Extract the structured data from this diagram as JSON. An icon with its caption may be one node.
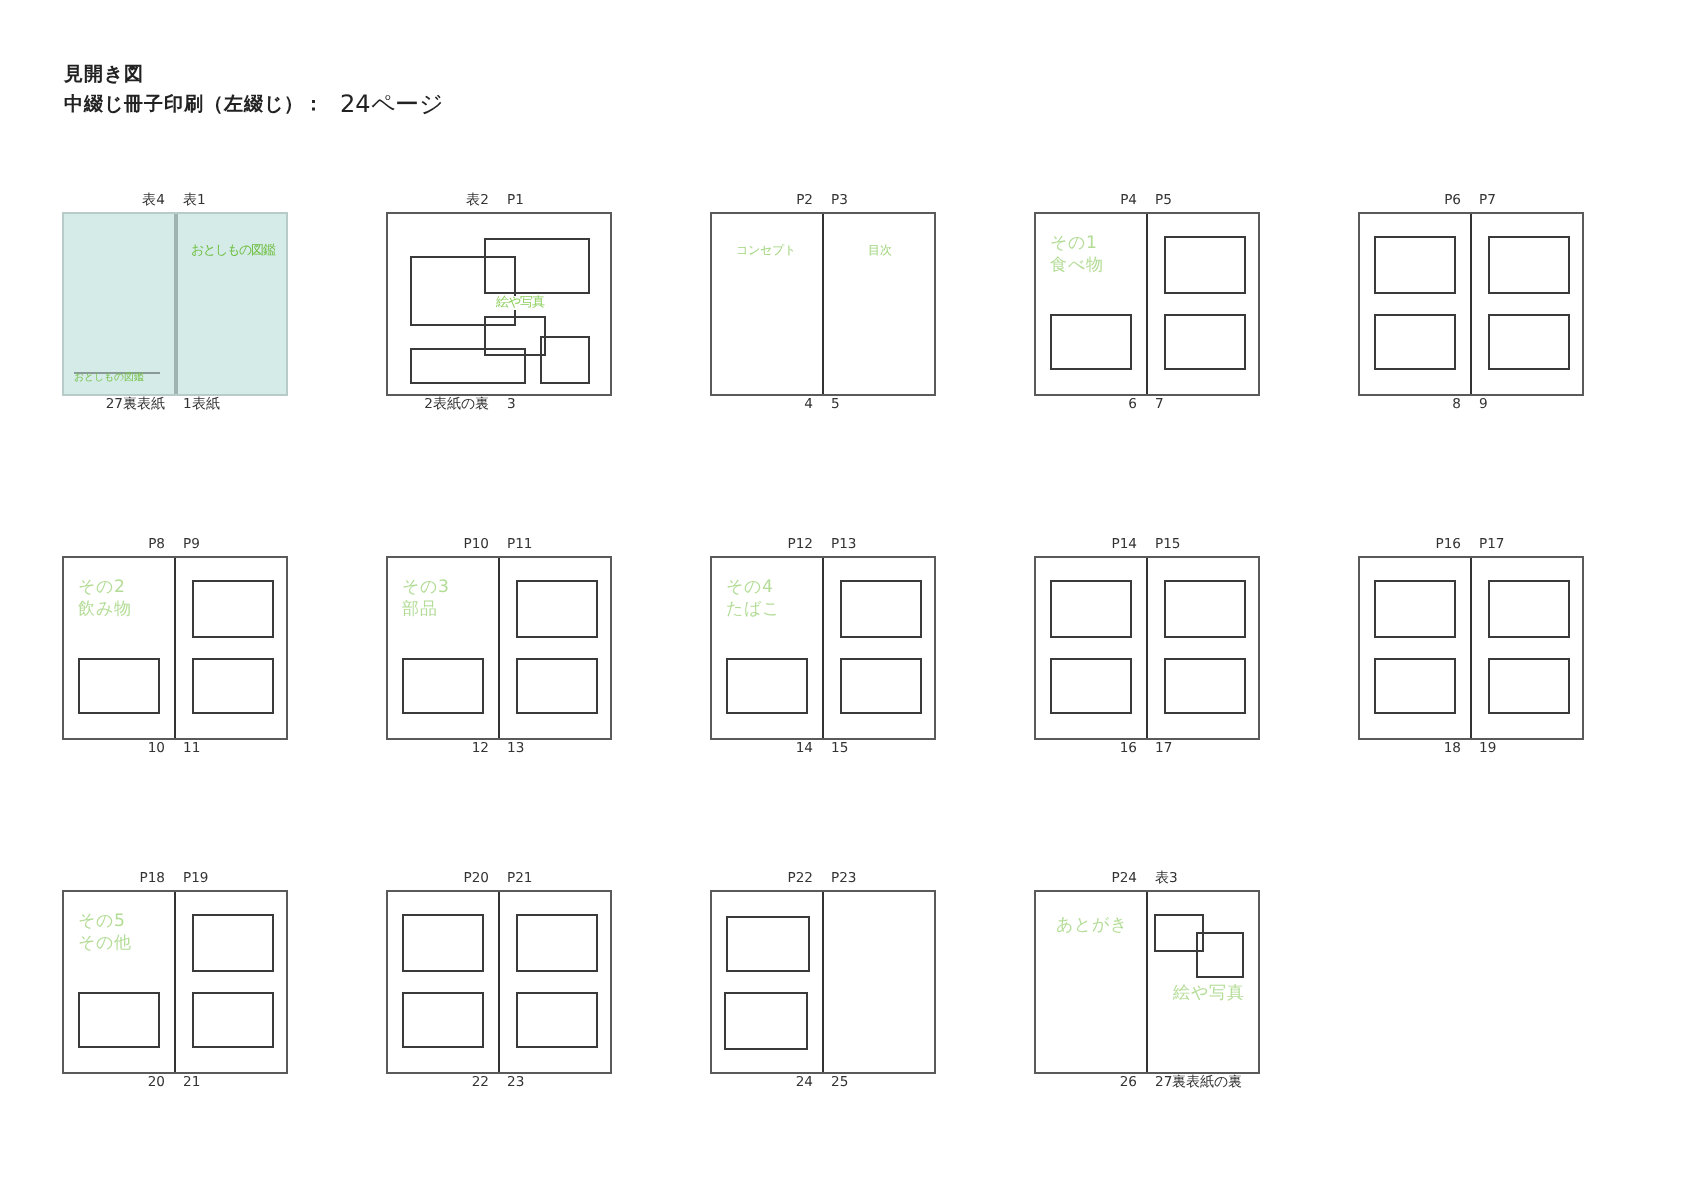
{
  "diagram": {
    "title": "見開き図",
    "nodes": [
      {
        "text": [
          "表4",
          "表1",
          "おとしもの図鑑",
          "おとしもの図鑑"
        ],
        "beside": [
          "27裏表紙",
          "1表紙"
        ]
      },
      {
        "text": [
          "表2",
          "P1",
          "絵や写真"
        ],
        "beside": [
          "2表紙の裏",
          "3"
        ]
      },
      {
        "text": [],
        "shape": "box",
        "in": 1
      },
      {
        "text": [],
        "shape": "box",
        "in": 1
      },
      {
        "text": [],
        "shape": "box",
        "in": 1
      },
      {
        "text": [],
        "shape": "box",
        "in": 1
      },
      {
        "text": [],
        "shape": "box",
        "in": 1
      },
      {
        "text": [
          "P2",
          "P3",
          "コンセプト",
          "目次"
        ],
        "beside": [
          "4",
          "5"
        ]
      },
      {
        "text": [
          "P4",
          "P5",
          "その1",
          "食べ物"
        ],
        "beside": [
          "6",
          "7"
        ]
      },
      {
        "text": [],
        "shape": "box",
        "in": 8
      },
      {
        "text": [],
        "shape": "box",
        "in": 8
      },
      {
        "text": [],
        "shape": "box",
        "in": 8
      },
      {
        "text": [
          "P6",
          "P7"
        ],
        "beside": [
          "8",
          "9"
        ]
      },
      {
        "text": [],
        "shape": "box",
        "in": 12
      },
      {
        "text": [],
        "shape": "box",
        "in": 12
      },
      {
        "text": [],
        "shape": "box",
        "in": 12
      },
      {
        "text": [],
        "shape": "box",
        "in": 12
      },
      {
        "text": [
          "P8",
          "P9",
          "その2",
          "飲み物"
        ],
        "beside": [
          "10",
          "11"
        ]
      },
      {
        "text": [],
        "shape": "box",
        "in": 17
      },
      {
        "text": [],
        "shape": "box",
        "in": 17
      },
      {
        "text": [],
        "shape": "box",
        "in": 17
      },
      {
        "text": [
          "P10",
          "P11",
          "その3",
          "部品"
        ],
        "beside": [
          "12",
          "13"
        ]
      },
      {
        "text": [],
        "shape": "box",
        "in": 21
      },
      {
        "text": [],
        "shape": "box",
        "in": 21
      },
      {
        "text": [],
        "shape": "box",
        "in": 21
      },
      {
        "text": [
          "P12",
          "P13",
          "その4",
          "たばこ"
        ],
        "beside": [
          "14",
          "15"
        ]
      },
      {
        "text": [],
        "shape": "box",
        "in": 25
      },
      {
        "text": [],
        "shape": "box",
        "in": 25
      },
      {
        "text": [],
        "shape": "box",
        "in": 25
      },
      {
        "text": [
          "P14",
          "P15"
        ],
        "beside": [
          "16",
          "17"
        ]
      },
      {
        "text": [],
        "shape": "box",
        "in": 29
      },
      {
        "text": [],
        "shape": "box",
        "in": 29
      },
      {
        "text": [],
        "shape": "box",
        "in": 29
      },
      {
        "text": [],
        "shape": "box",
        "in": 29
      },
      {
        "text": [
          "P16",
          "P17"
        ],
        "beside": [
          "18",
          "19"
        ]
      },
      {
        "text": [],
        "shape": "box",
        "in": 34
      },
      {
        "text": [],
        "shape": "box",
        "in": 34
      },
      {
        "text": [],
        "shape": "box",
        "in": 34
      },
      {
        "text": [],
        "shape": "box",
        "in": 34
      },
      {
        "text": [
          "P18",
          "P19",
          "その5",
          "その他"
        ],
        "beside": [
          "20",
          "21"
        ]
      },
      {
        "text": [],
        "shape": "box",
        "in": 39
      },
      {
        "text": [],
        "shape": "box",
        "in": 39
      },
      {
        "text": [],
        "shape": "box",
        "in": 39
      },
      {
        "text": [
          "P20",
          "P21"
        ],
        "beside": [
          "22",
          "23"
        ]
      },
      {
        "text": [],
        "shape": "box",
        "in": 43
      },
      {
        "text": [],
        "shape": "box",
        "in": 43
      },
      {
        "text": [],
        "shape": "box",
        "in": 43
      },
      {
        "text": [],
        "shape": "box",
        "in": 43
      },
      {
        "text": [
          "P22",
          "P23"
        ],
        "beside": [
          "24",
          "25"
        ]
      },
      {
        "text": [],
        "shape": "box",
        "in": 48
      },
      {
        "text": [],
        "shape": "box",
        "in": 48
      },
      {
        "text": [
          "P24",
          "表3",
          "あとがき",
          "絵や写真"
        ],
        "beside": [
          "26",
          "27裏表紙の裏"
        ]
      },
      {
        "text": [],
        "shape": "box",
        "in": 51
      },
      {
        "text": [],
        "shape": "box",
        "in": 51
      }
    ],
    "labels": [
      "中綴じ冊子印刷（左綴じ）：",
      "24ページ"
    ]
  }
}
